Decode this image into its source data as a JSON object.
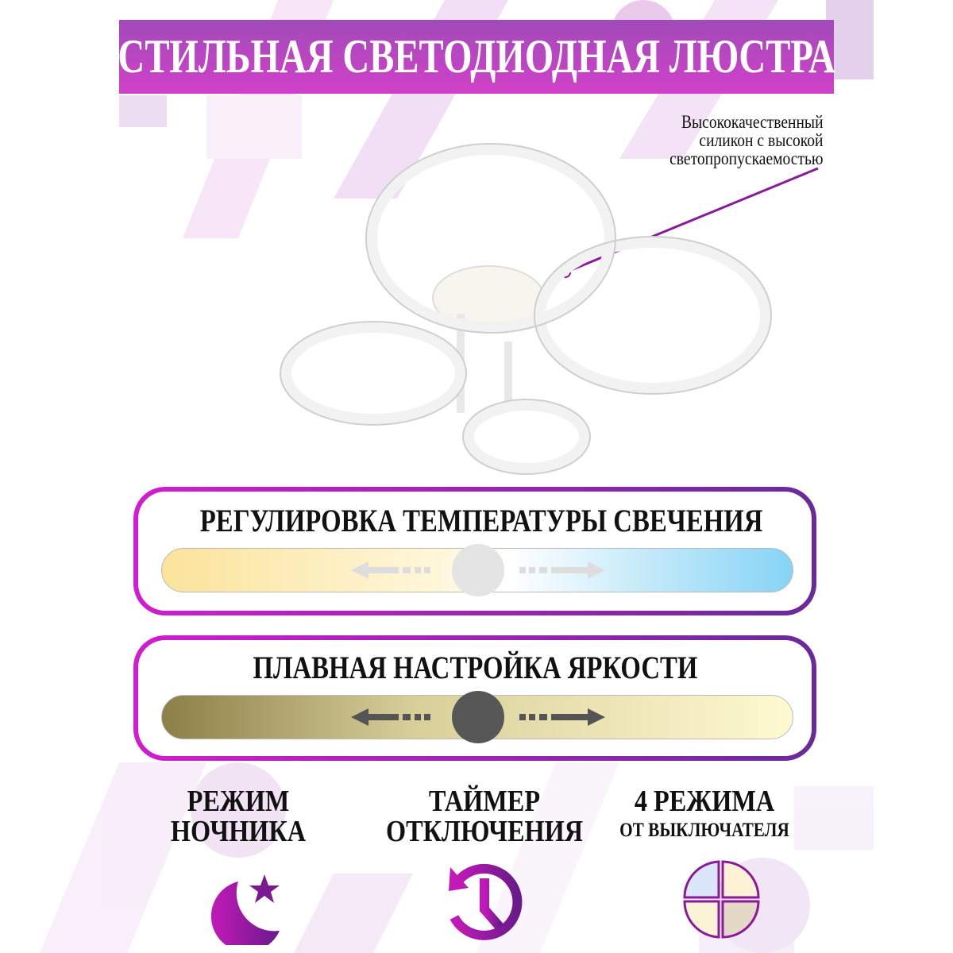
{
  "banner": {
    "title": "СТИЛЬНАЯ СВЕТОДИОДНАЯ ЛЮСТРА"
  },
  "callout": {
    "lines": [
      "Высококачественный",
      "силикон с высокой",
      "светопропускаемостью"
    ]
  },
  "temperature": {
    "title": "РЕГУЛИРОВКА ТЕМПЕРАТУРЫ СВЕЧЕНИЯ",
    "level": 0.5,
    "colors": [
      "#fbe39a",
      "#ffffff",
      "#86d3f5"
    ]
  },
  "brightness": {
    "title": "ПЛАВНАЯ НАСТРОЙКА ЯРКОСТИ",
    "level": 0.5,
    "colors": [
      "#8c7f48",
      "#fff9d2"
    ]
  },
  "features": [
    {
      "line1": "РЕЖИМ",
      "line2": "НОЧНИКА",
      "icon": "moon-star-icon"
    },
    {
      "line1": "ТАЙМЕР",
      "line2": "ОТКЛЮЧЕНИЯ",
      "icon": "timer-icon"
    },
    {
      "line1": "4 РЕЖИМА",
      "line2": "ОТ ВЫКЛЮЧАТЕЛЯ",
      "icon": "four-modes-icon"
    }
  ],
  "accent": "#a01cb0"
}
